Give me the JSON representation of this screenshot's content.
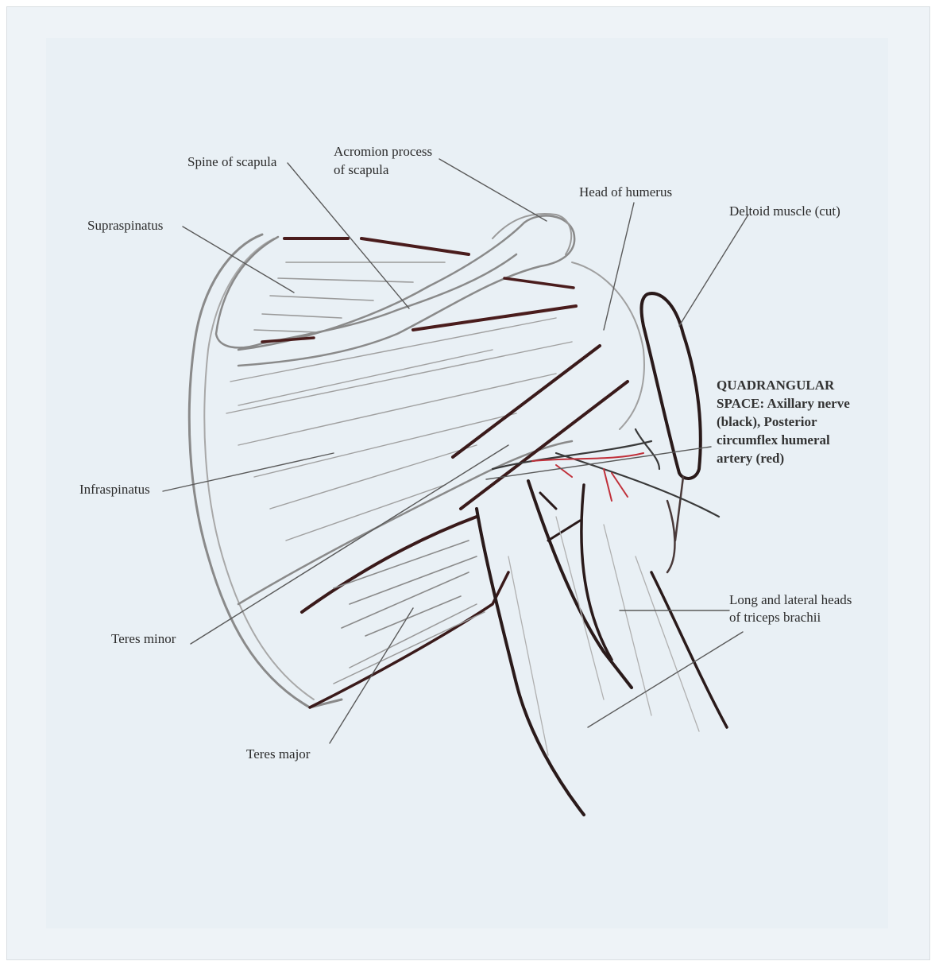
{
  "labels": {
    "spine_of_scapula": "Spine of scapula",
    "acromion_line1": "Acromion process",
    "acromion_line2": "of scapula",
    "head_of_humerus": "Head of humerus",
    "deltoid": "Deltoid muscle (cut)",
    "supraspinatus": "Supraspinatus",
    "infraspinatus": "Infraspinatus",
    "teres_minor": "Teres minor",
    "teres_major": "Teres major",
    "quadrangular_1": "QUADRANGULAR",
    "quadrangular_2": "SPACE: Axillary nerve",
    "quadrangular_3": "(black), Posterior",
    "quadrangular_4": "circumflex humeral",
    "quadrangular_5": "artery (red)",
    "triceps_1": "Long and lateral heads",
    "triceps_2": "of triceps brachii"
  },
  "colors": {
    "paper": "#eef3f7",
    "pencil": "#8a8a8a",
    "ink": "#2a1a1a",
    "muscle_edge": "#4a1c1c",
    "artery": "#c0303a"
  }
}
